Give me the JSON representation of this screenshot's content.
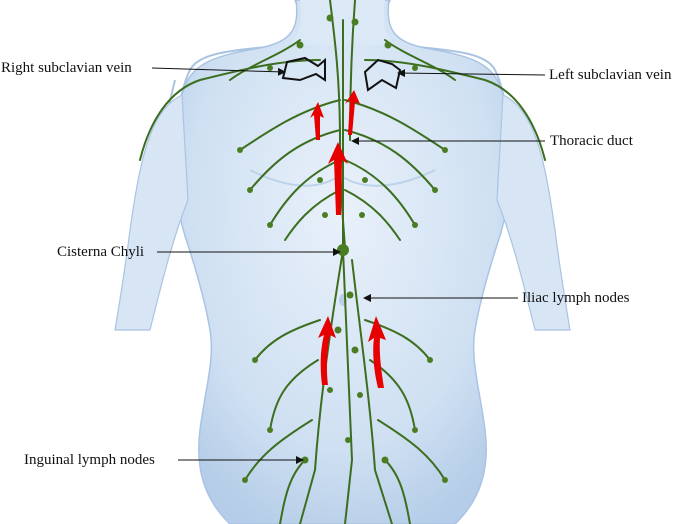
{
  "labels": {
    "right_subclavian_vein": "Right subclavian vein",
    "left_subclavian_vein": "Left subclavian vein",
    "thoracic_duct": "Thoracic duct",
    "cisterna_chyli": "Cisterna Chyli",
    "iliac_lymph_nodes": "Iliac lymph nodes",
    "inguinal_lymph_nodes": "Inguinal lymph nodes"
  },
  "colors": {
    "body": "#cfe0f2",
    "body_edge": "#a9c4e3",
    "lymph_vessel": "#3c6e1f",
    "lymph_node": "#4a7d22",
    "flow_arrow": "#e60000",
    "vein_outline": "#111111",
    "leader_line": "#111111"
  },
  "icons": {
    "flow": "red-flow-arrow",
    "vein": "subclavian-vein-outline"
  }
}
